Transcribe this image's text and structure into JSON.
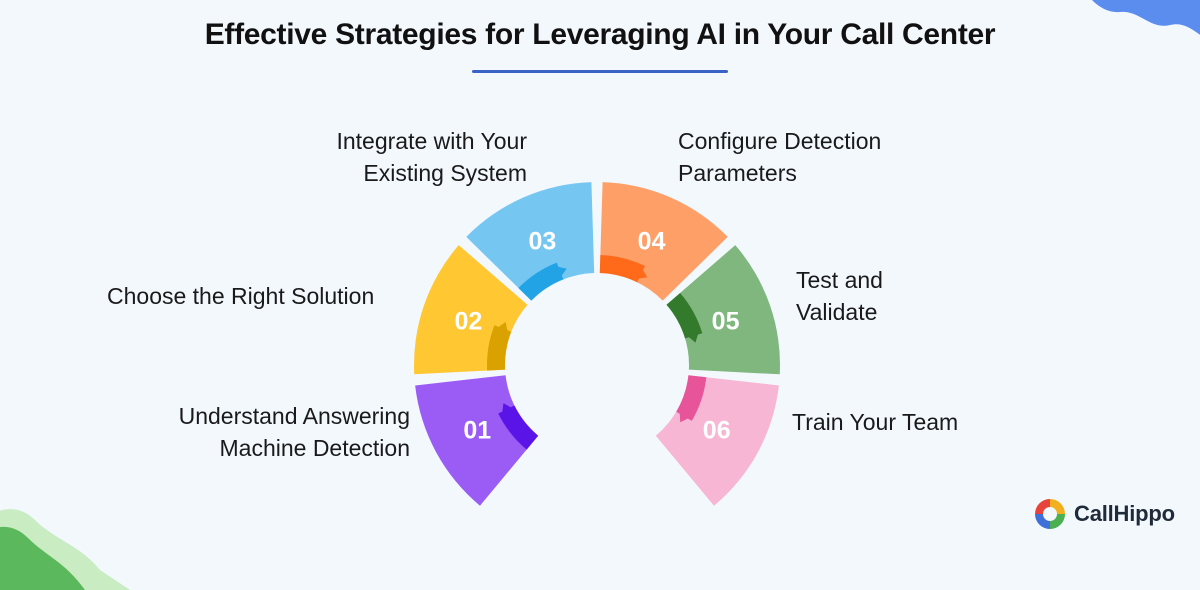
{
  "title": "Effective Strategies for Leveraging AI in Your Call Center",
  "steps": [
    {
      "number": "01",
      "label_lines": [
        "Understand Answering",
        "Machine Detection"
      ],
      "color": "#9b5cf6",
      "inner_color": "#5b14e8"
    },
    {
      "number": "02",
      "label_lines": [
        "Choose the Right Solution"
      ],
      "color": "#ffc731",
      "inner_color": "#d9a200"
    },
    {
      "number": "03",
      "label_lines": [
        "Integrate with Your",
        "Existing System"
      ],
      "color": "#75c7f2",
      "inner_color": "#21a3e6"
    },
    {
      "number": "04",
      "label_lines": [
        "Configure Detection",
        "Parameters"
      ],
      "color": "#ff9f68",
      "inner_color": "#ff6a1a"
    },
    {
      "number": "05",
      "label_lines": [
        "Test and",
        "Validate"
      ],
      "color": "#7fb77f",
      "inner_color": "#347a2d"
    },
    {
      "number": "06",
      "label_lines": [
        "Train Your Team"
      ],
      "color": "#f6b6d4",
      "inner_color": "#e8549a"
    }
  ],
  "logo": {
    "name": "CallHippo",
    "icon": "callhippo-logo-icon"
  }
}
